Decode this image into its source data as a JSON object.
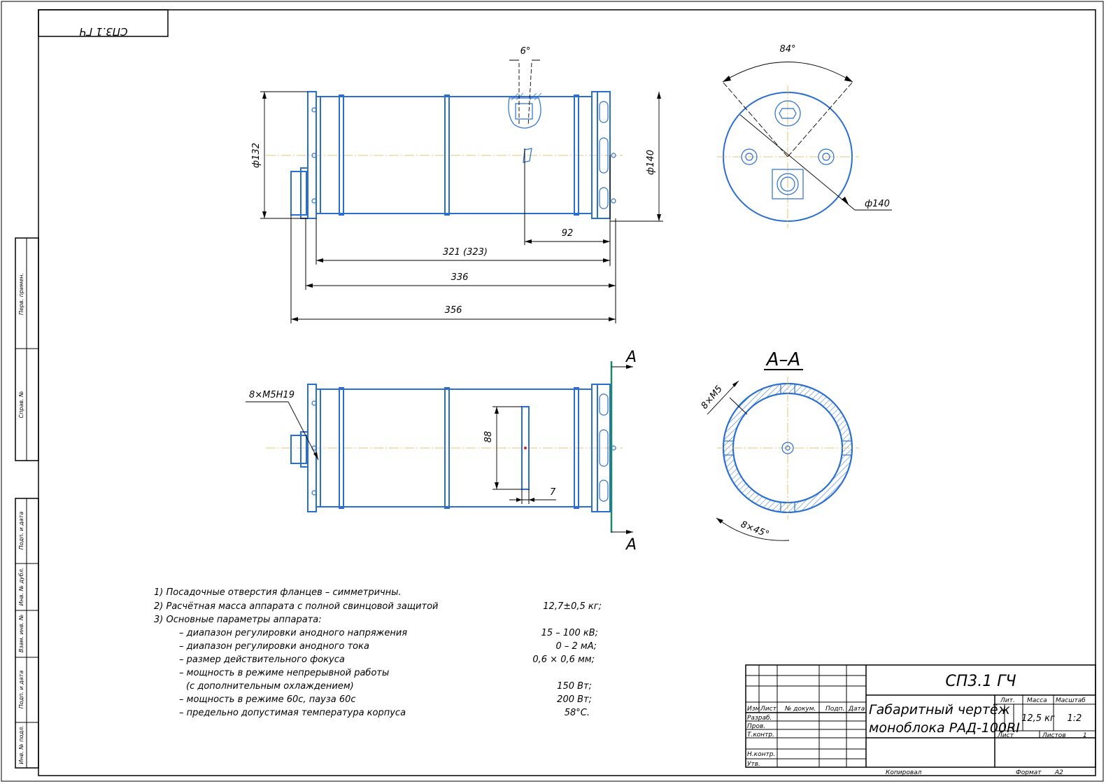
{
  "stamp_code_mirrored": "СП3.1 ГЧ",
  "colors": {
    "line": "#000000",
    "part": "#2a6fd0",
    "centerline": "#d9b24a",
    "section_mark": "#1a8a6a",
    "focus": "#e02020"
  },
  "side_strip": {
    "labels": [
      "Перв. примен.",
      "Справ. №",
      "Подп. и дата",
      "Инв. № дубл.",
      "Взам. инв. №",
      "Подп. и дата",
      "Инв. № подл."
    ]
  },
  "dimensions": {
    "angle_top": "6°",
    "dia_left": "ф132",
    "dia_right": "ф140",
    "d92": "92",
    "d321": "321 (323)",
    "d336": "336",
    "d356": "356",
    "angle_end": "84°",
    "dia_end": "ф140",
    "thread_label": "8×M5Н19",
    "window_height": "88",
    "window_width": "7",
    "section_title": "А–А",
    "section_letter": "А",
    "holes_label": "8×M5",
    "holes_angle": "8×45°"
  },
  "notes": [
    {
      "text": "1)  Посадочные отверстия фланцев – симметричны.",
      "value": ""
    },
    {
      "text": "2)  Расчётная масса аппарата с полной свинцовой защитой",
      "value": "12,7±0,5 кг;"
    },
    {
      "text": "3)  Основные параметры аппарата:",
      "value": ""
    },
    {
      "text": "– диапазон регулировки анодного напряжения",
      "value": "15 – 100 кВ;"
    },
    {
      "text": "– диапазон регулировки анодного тока",
      "value": "0 – 2 мА;"
    },
    {
      "text": "– размер действительного фокуса",
      "value": "0,6 × 0,6 мм;"
    },
    {
      "text": "– мощность в режиме непрерывной работы",
      "value": ""
    },
    {
      "text": "(с дополнительным охлаждением)",
      "value": "150 Вт;"
    },
    {
      "text": "– мощность в режиме 60с, пауза 60с",
      "value": "200 Вт;"
    },
    {
      "text": "– предельно допустимая температура корпуса",
      "value": "58°С."
    }
  ],
  "title_block": {
    "code": "СП3.1 ГЧ",
    "title_line1": "Габаритный чертёж",
    "title_line2": "моноблока РАД-100RI",
    "col_izm": "Изм.",
    "col_list": "Лист",
    "col_doc": "№ докум.",
    "col_podp": "Подп.",
    "col_date": "Дата",
    "row_razrab": "Разраб.",
    "row_prov": "Пров.",
    "row_tkontr": "Т.контр.",
    "row_nkontr": "Н.контр.",
    "row_utv": "Утв.",
    "lit": "Лит.",
    "massa": "Масса",
    "masshtab": "Масштаб",
    "mass_value": "12,5 кг",
    "scale_value": "1:2",
    "sheet": "Лист",
    "sheets": "Листов",
    "sheets_value": "1",
    "copied": "Копировал",
    "format": "Формат",
    "format_value": "A2"
  }
}
